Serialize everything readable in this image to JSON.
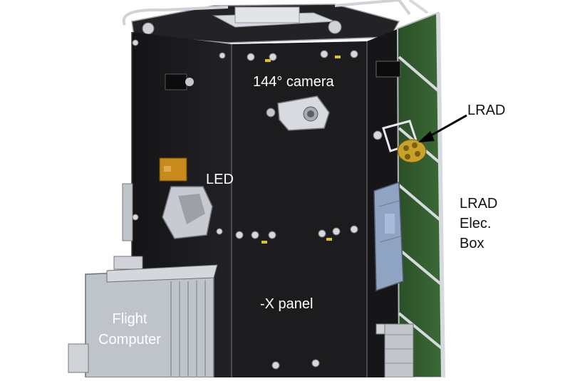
{
  "labels": {
    "camera": "144° camera",
    "led": "LED",
    "lrad": "LRAD",
    "lrad_elec_box": [
      "LRAD",
      "Elec.",
      "Box"
    ],
    "x_panel": "-X panel",
    "flight_computer": [
      "Flight",
      "Computer"
    ]
  },
  "colors": {
    "panel_black": "#1c1c1e",
    "solar_green": "#2f5a2c",
    "frame_gray": "#c9cbcf",
    "led_orange": "#c98a1c",
    "lrad_gold": "#c7a12a",
    "elec_box_blue": "#8fa3c3",
    "computer_gray": "#bfc3ca"
  }
}
